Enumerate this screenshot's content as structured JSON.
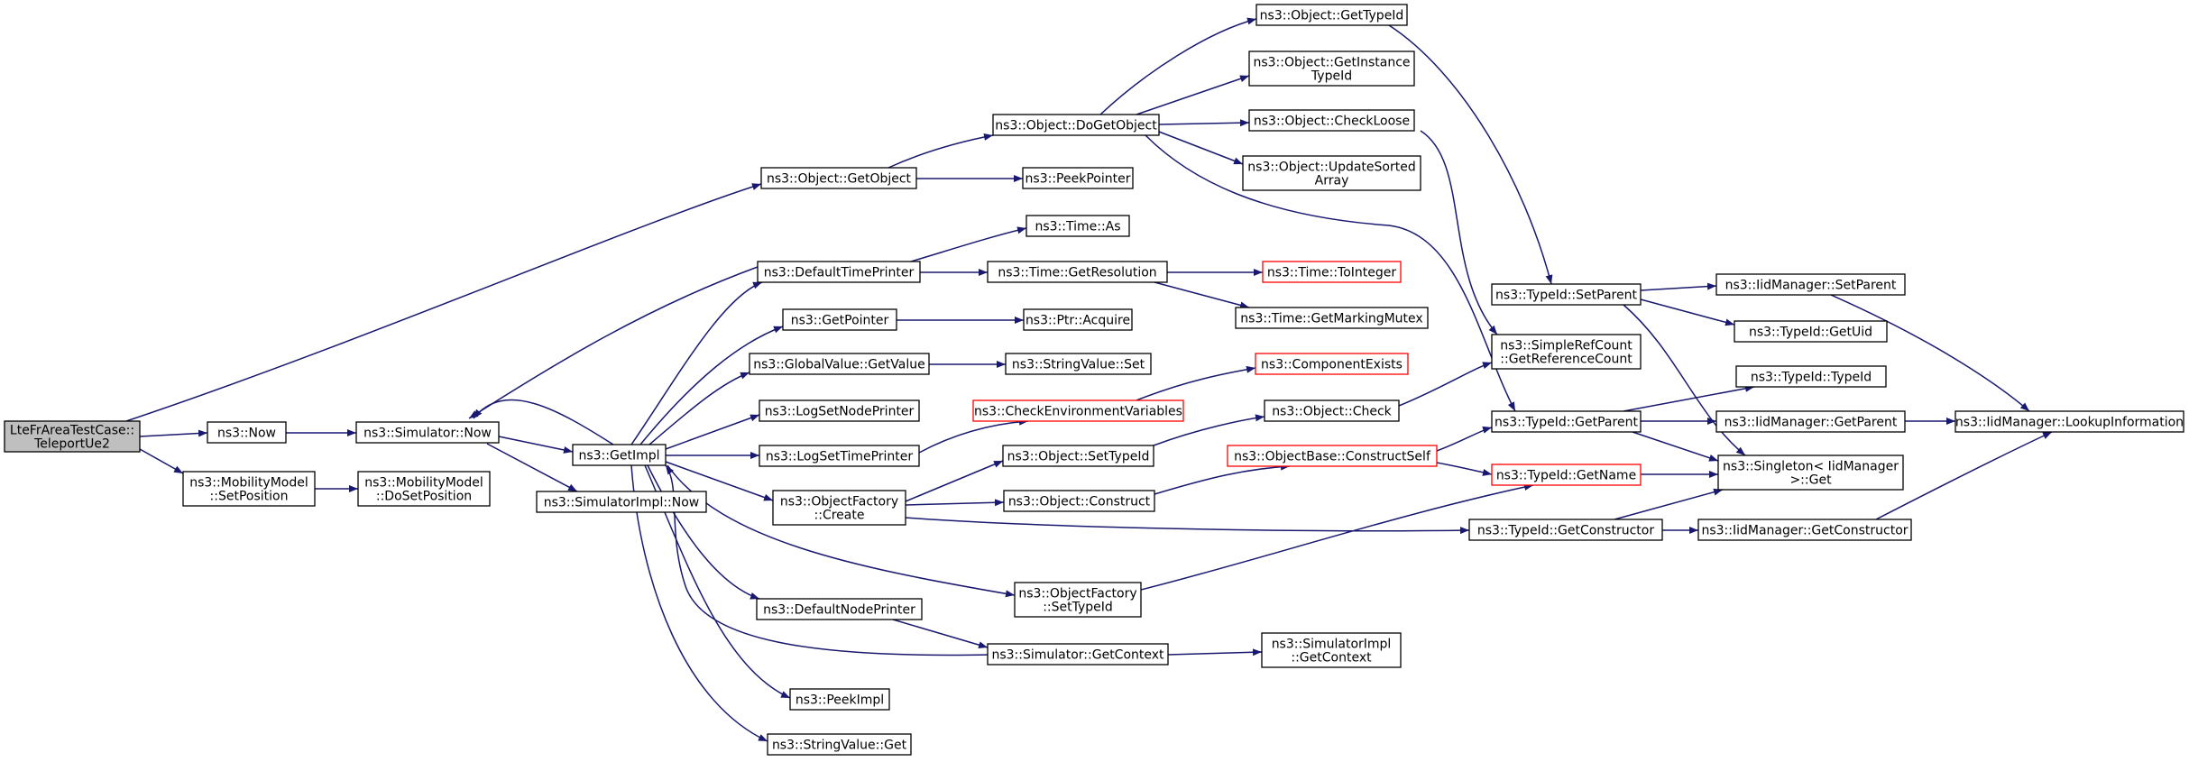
{
  "graph": {
    "colors": {
      "edge": "#191970",
      "border": "#000000",
      "highlight_border": "#ff0000",
      "root_fill": "#bfbfbf"
    },
    "nodes": [
      {
        "id": "root",
        "lines": [
          "LteFrAreaTestCase::",
          "TeleportUe2"
        ],
        "style": "gray"
      },
      {
        "id": "now",
        "lines": [
          "ns3::Now"
        ]
      },
      {
        "id": "simnow",
        "lines": [
          "ns3::Simulator::Now"
        ]
      },
      {
        "id": "mmset",
        "lines": [
          "ns3::MobilityModel",
          "::SetPosition"
        ]
      },
      {
        "id": "mmdoset",
        "lines": [
          "ns3::MobilityModel",
          "::DoSetPosition"
        ]
      },
      {
        "id": "getobject",
        "lines": [
          "ns3::Object::GetObject"
        ]
      },
      {
        "id": "getimpl",
        "lines": [
          "ns3::GetImpl"
        ]
      },
      {
        "id": "simimplnow",
        "lines": [
          "ns3::SimulatorImpl::Now"
        ]
      },
      {
        "id": "deftimeprn",
        "lines": [
          "ns3::DefaultTimePrinter"
        ]
      },
      {
        "id": "getpointer",
        "lines": [
          "ns3::GetPointer"
        ]
      },
      {
        "id": "gvget",
        "lines": [
          "ns3::GlobalValue::GetValue"
        ]
      },
      {
        "id": "lognode",
        "lines": [
          "ns3::LogSetNodePrinter"
        ]
      },
      {
        "id": "logtime",
        "lines": [
          "ns3::LogSetTimePrinter"
        ]
      },
      {
        "id": "ofcreate",
        "lines": [
          "ns3::ObjectFactory",
          "::Create"
        ]
      },
      {
        "id": "defnodeprn",
        "lines": [
          "ns3::DefaultNodePrinter"
        ]
      },
      {
        "id": "peekimpl",
        "lines": [
          "ns3::PeekImpl"
        ]
      },
      {
        "id": "svget",
        "lines": [
          "ns3::StringValue::Get"
        ]
      },
      {
        "id": "dogetobj",
        "lines": [
          "ns3::Object::DoGetObject"
        ]
      },
      {
        "id": "peekptr",
        "lines": [
          "ns3::PeekPointer"
        ]
      },
      {
        "id": "timeas",
        "lines": [
          "ns3::Time::As"
        ]
      },
      {
        "id": "timeres",
        "lines": [
          "ns3::Time::GetResolution"
        ]
      },
      {
        "id": "ptracq",
        "lines": [
          "ns3::Ptr::Acquire"
        ]
      },
      {
        "id": "svset",
        "lines": [
          "ns3::StringValue::Set"
        ]
      },
      {
        "id": "checkenv",
        "lines": [
          "ns3::CheckEnvironmentVariables"
        ],
        "style": "red"
      },
      {
        "id": "setobjtid",
        "lines": [
          "ns3::Object::SetTypeId"
        ]
      },
      {
        "id": "objconstruct",
        "lines": [
          "ns3::Object::Construct"
        ]
      },
      {
        "id": "ofsettid",
        "lines": [
          "ns3::ObjectFactory",
          "::SetTypeId"
        ]
      },
      {
        "id": "simgetctx",
        "lines": [
          "ns3::Simulator::GetContext"
        ]
      },
      {
        "id": "objgettid",
        "lines": [
          "ns3::Object::GetTypeId"
        ]
      },
      {
        "id": "objgetinst",
        "lines": [
          "ns3::Object::GetInstance",
          "TypeId"
        ]
      },
      {
        "id": "objcheckloose",
        "lines": [
          "ns3::Object::CheckLoose"
        ]
      },
      {
        "id": "objupdsort",
        "lines": [
          "ns3::Object::UpdateSorted",
          "Array"
        ]
      },
      {
        "id": "timetoint",
        "lines": [
          "ns3::Time::ToInteger"
        ],
        "style": "red"
      },
      {
        "id": "timemutex",
        "lines": [
          "ns3::Time::GetMarkingMutex"
        ]
      },
      {
        "id": "compexists",
        "lines": [
          "ns3::ComponentExists"
        ],
        "style": "red"
      },
      {
        "id": "objcheck",
        "lines": [
          "ns3::Object::Check"
        ]
      },
      {
        "id": "obconstself",
        "lines": [
          "ns3::ObjectBase::ConstructSelf"
        ],
        "style": "red"
      },
      {
        "id": "simimplctx",
        "lines": [
          "ns3::SimulatorImpl",
          "::GetContext"
        ]
      },
      {
        "id": "tidsetparent",
        "lines": [
          "ns3::TypeId::SetParent"
        ]
      },
      {
        "id": "srcgetref",
        "lines": [
          "ns3::SimpleRefCount",
          "::GetReferenceCount"
        ]
      },
      {
        "id": "tidgetparent",
        "lines": [
          "ns3::TypeId::GetParent"
        ]
      },
      {
        "id": "tidgetname",
        "lines": [
          "ns3::TypeId::GetName"
        ],
        "style": "red"
      },
      {
        "id": "tidgetctor",
        "lines": [
          "ns3::TypeId::GetConstructor"
        ]
      },
      {
        "id": "iidsetparent",
        "lines": [
          "ns3::IidManager::SetParent"
        ]
      },
      {
        "id": "tidgetuid",
        "lines": [
          "ns3::TypeId::GetUid"
        ]
      },
      {
        "id": "tidtid",
        "lines": [
          "ns3::TypeId::TypeId"
        ]
      },
      {
        "id": "iidgetparent",
        "lines": [
          "ns3::IidManager::GetParent"
        ]
      },
      {
        "id": "singleton",
        "lines": [
          "ns3::Singleton< IidManager",
          ">::Get"
        ]
      },
      {
        "id": "iidgetctor",
        "lines": [
          "ns3::IidManager::GetConstructor"
        ]
      },
      {
        "id": "iidlookup",
        "lines": [
          "ns3::IidManager::LookupInformation"
        ]
      }
    ]
  }
}
